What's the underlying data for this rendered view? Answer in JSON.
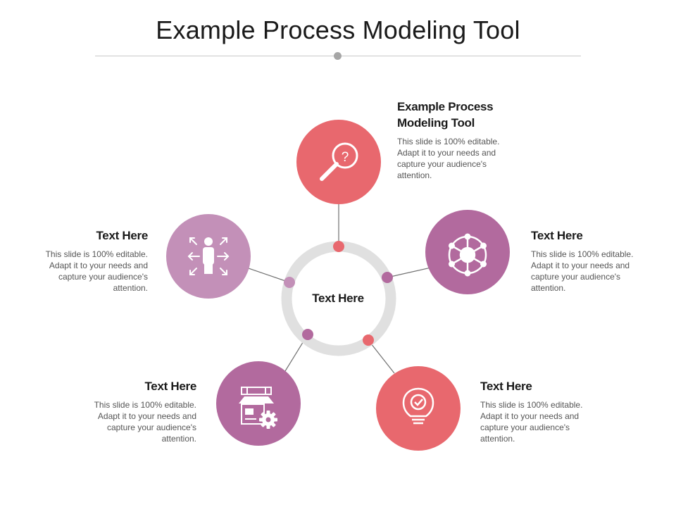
{
  "title": "Example Process Modeling Tool",
  "center": {
    "label": "Text Here"
  },
  "colors": {
    "coral": "#e8686e",
    "purple": "#b26a9e",
    "lilac": "#c390b8",
    "ring": "#e0e0e0",
    "divider": "#c8c8c8"
  },
  "nodes": [
    {
      "heading": "Example Process Modeling Tool",
      "body": "This slide is 100% editable. Adapt it to your needs and capture your audience's attention.",
      "icon": "magnifier-question-icon"
    },
    {
      "heading": "Text Here",
      "body": "This slide is 100% editable. Adapt it to your needs and capture your audience's attention.",
      "icon": "network-hub-icon"
    },
    {
      "heading": "Text Here",
      "body": "This slide is 100% editable. Adapt it to your needs and capture your audience's attention.",
      "icon": "lightbulb-check-icon"
    },
    {
      "heading": "Text Here",
      "body": "This slide is 100% editable. Adapt it to your needs and capture your audience's attention.",
      "icon": "store-gear-icon"
    },
    {
      "heading": "Text Here",
      "body": "This slide is 100% editable. Adapt it to your needs and capture your audience's attention.",
      "icon": "person-arrows-icon"
    }
  ]
}
